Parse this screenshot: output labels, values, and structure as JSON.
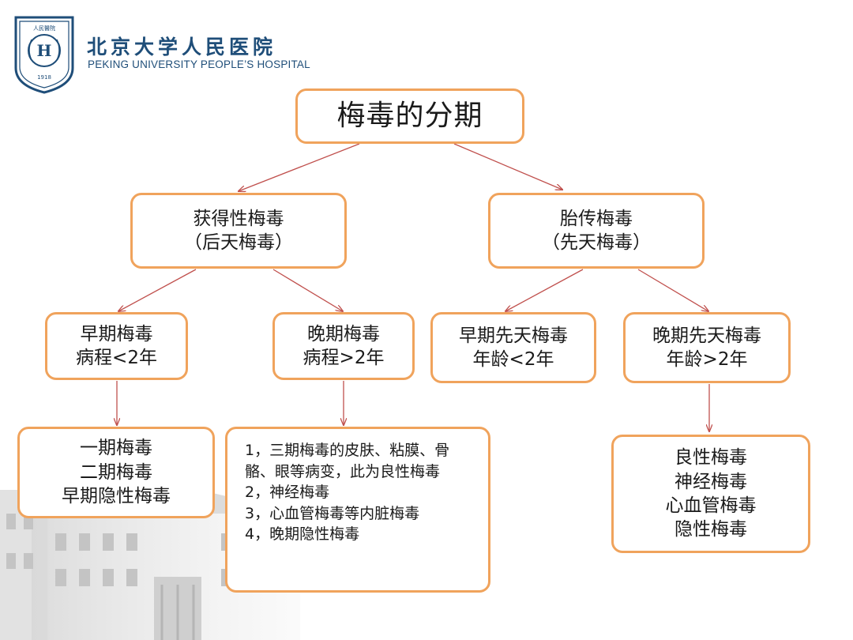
{
  "logo": {
    "seal_text_top": "人民醫院",
    "seal_year": "1918",
    "name_cn": "北京大学人民医院",
    "name_en": "PEKING UNIVERSITY PEOPLE’S HOSPITAL"
  },
  "colors": {
    "box_border": "#f0a35c",
    "connector": "#c0504d",
    "logo_blue": "#1f4e79"
  },
  "diagram": {
    "root": {
      "label": "梅毒的分期"
    },
    "acquired": {
      "line1": "获得性梅毒",
      "line2": "（后天梅毒）"
    },
    "congenital": {
      "line1": "胎传梅毒",
      "line2": "（先天梅毒）"
    },
    "early": {
      "line1": "早期梅毒",
      "line2": "病程<2年"
    },
    "late": {
      "line1": "晚期梅毒",
      "line2": "病程>2年"
    },
    "early_congenital": {
      "line1": "早期先天梅毒",
      "line2": "年龄<2年"
    },
    "late_congenital": {
      "line1": "晚期先天梅毒",
      "line2": "年龄>2年"
    },
    "early_types": {
      "items": [
        "一期梅毒",
        "二期梅毒",
        "早期隐性梅毒"
      ]
    },
    "late_types": {
      "items": [
        "1，三期梅毒的皮肤、粘膜、骨骼、眼等病变，此为良性梅毒",
        "2，神经梅毒",
        "3，心血管梅毒等内脏梅毒",
        "4，晚期隐性梅毒"
      ]
    },
    "late_congenital_types": {
      "items": [
        "良性梅毒",
        "神经梅毒",
        "心血管梅毒",
        "隐性梅毒"
      ]
    }
  }
}
